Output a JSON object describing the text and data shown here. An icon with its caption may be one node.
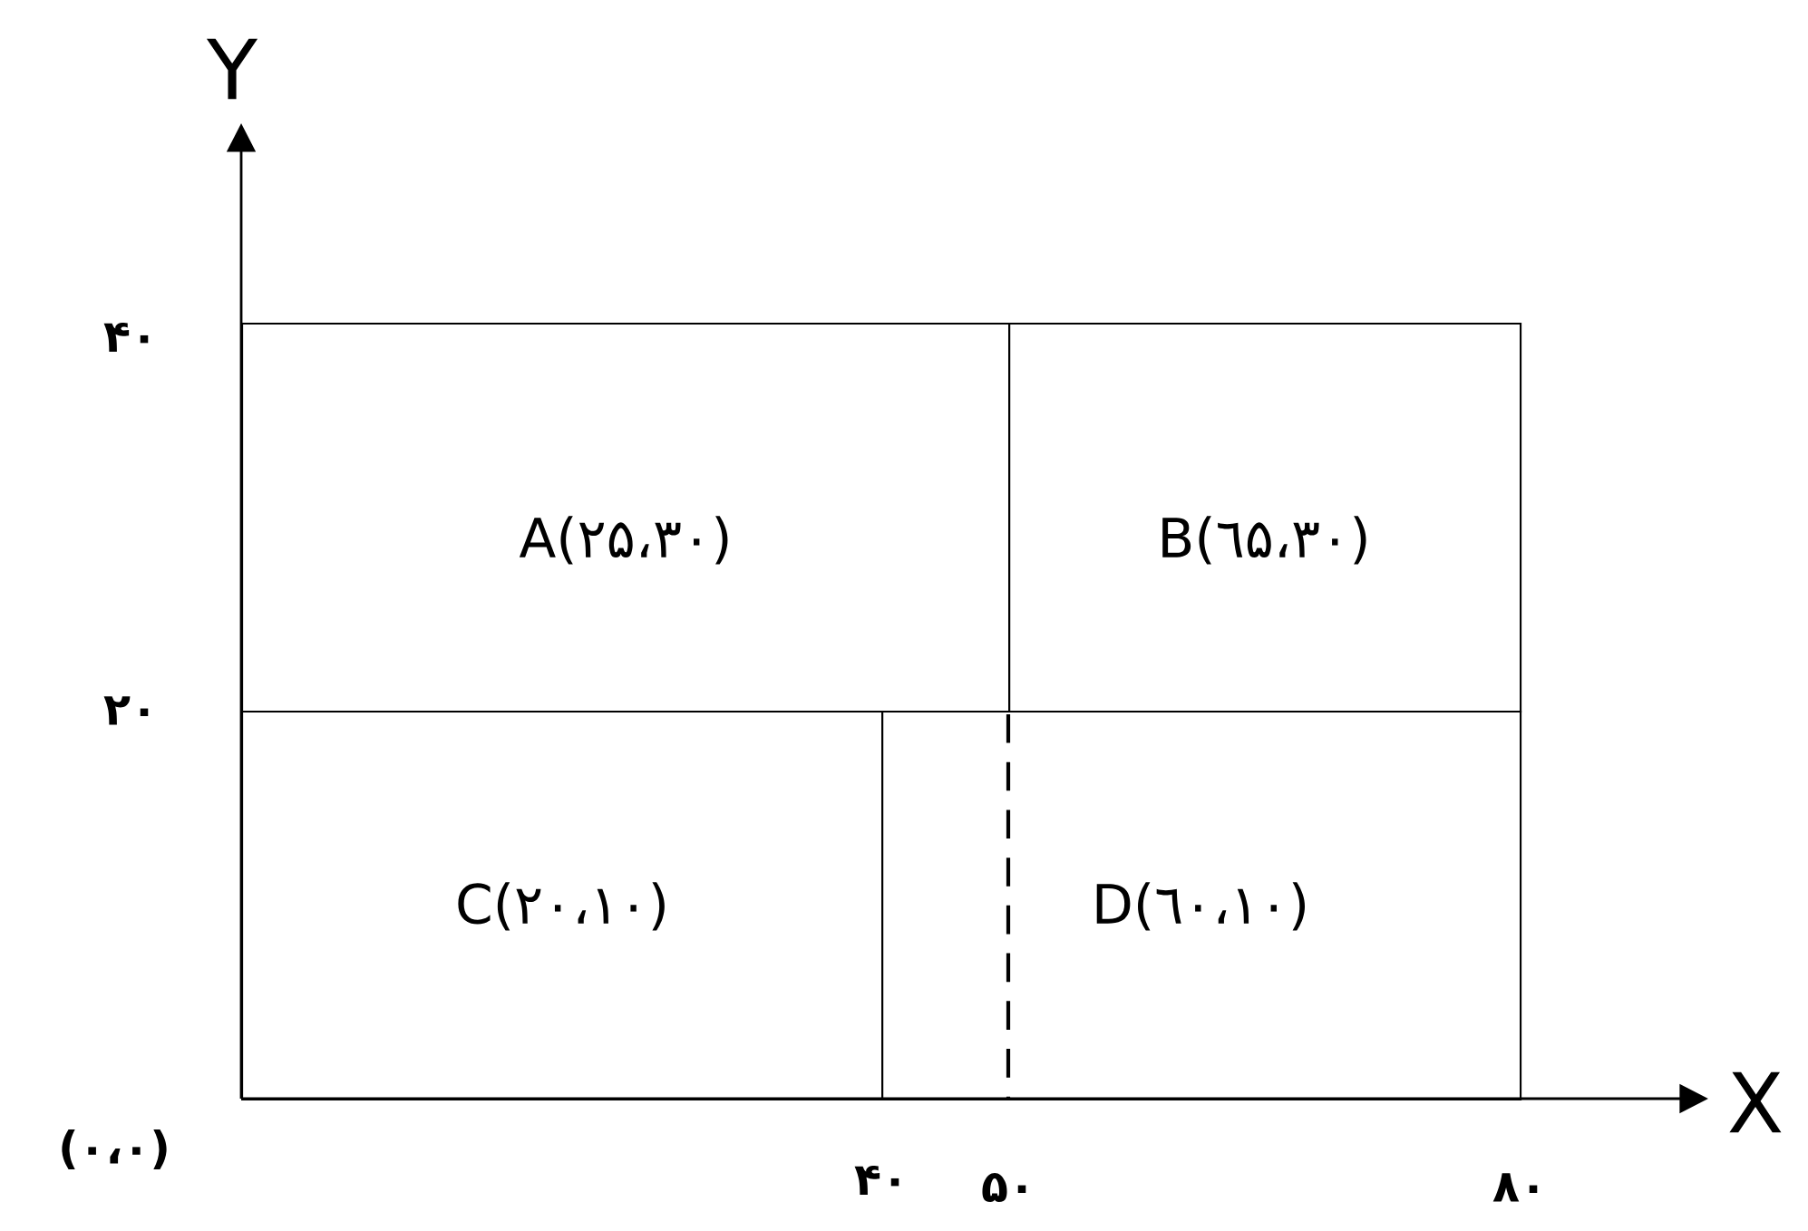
{
  "diagram": {
    "nodes": [
      {
        "text": [
          "A(۲۵،۳۰)"
        ]
      },
      {
        "text": [
          "B(٦۵،۳۰)"
        ]
      },
      {
        "text": [
          "C(۲۰،۱۰)"
        ]
      },
      {
        "text": [
          "D(٦۰،۱۰)"
        ]
      }
    ],
    "labels": [
      "Y",
      "۴۰",
      "۲۰",
      "X",
      "(۰،۰)",
      "۴۰",
      "۵۰",
      "۸۰"
    ]
  }
}
